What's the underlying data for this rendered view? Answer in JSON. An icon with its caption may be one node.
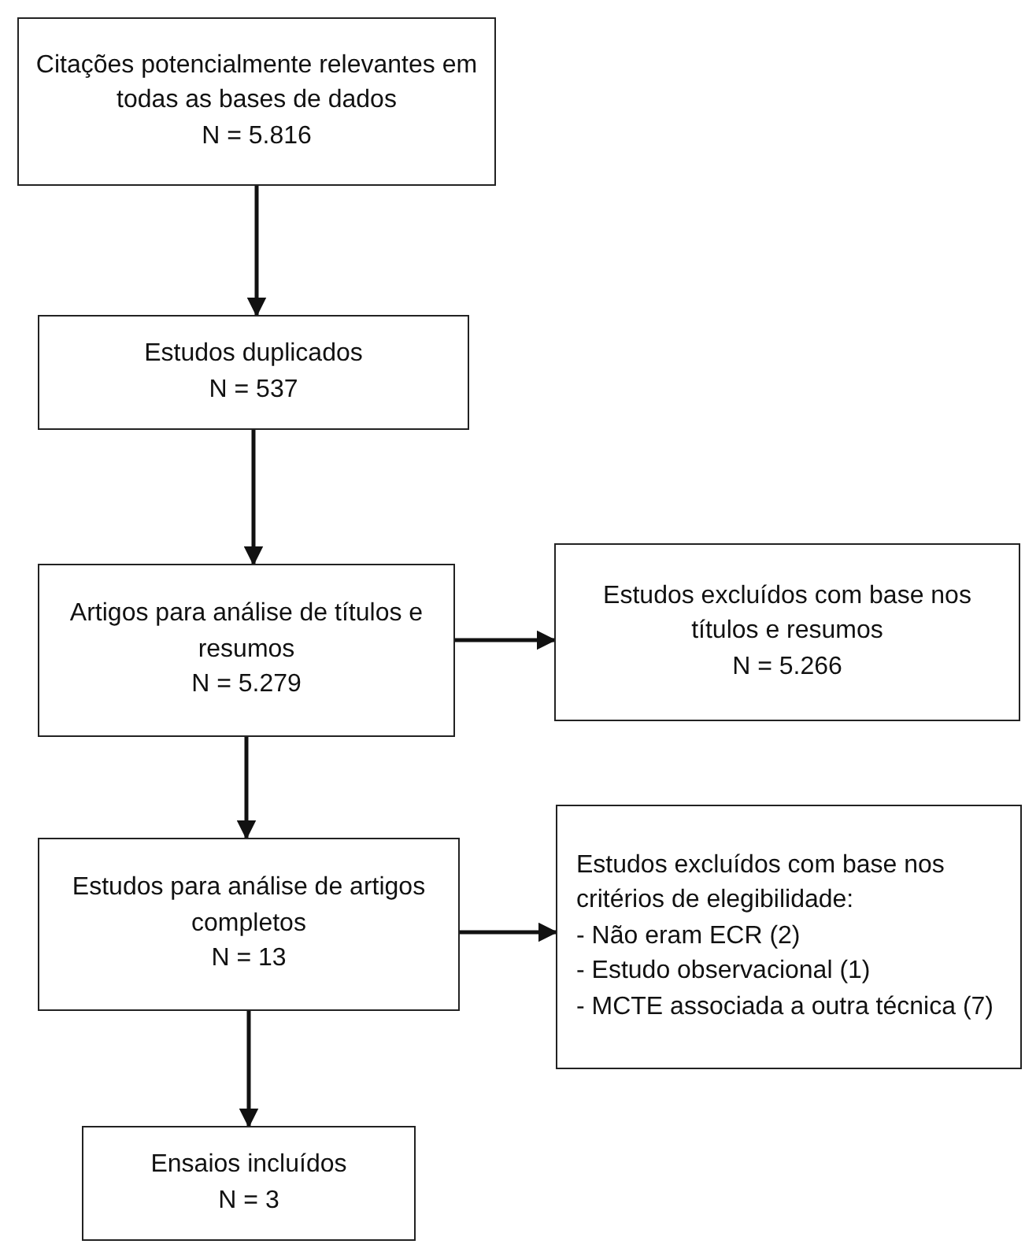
{
  "diagram": {
    "nodes": [
      {
        "text": [
          "Citações potencialmente relevantes em todas as bases de dados",
          "N = 5.816"
        ]
      },
      {
        "text": [
          "Estudos duplicados",
          "N = 537"
        ]
      },
      {
        "text": [
          "Artigos para análise de títulos e resumos",
          "N = 5.279"
        ]
      },
      {
        "text": [
          "Estudos excluídos com base nos títulos e resumos",
          "N = 5.266"
        ]
      },
      {
        "text": [
          "Estudos para análise de artigos completos",
          "N = 13"
        ]
      },
      {
        "text": [
          "Estudos excluídos com base nos critérios de elegibilidade:",
          "- Não eram ECR (2)",
          "- Estudo observacional (1)",
          "- MCTE associada a outra técnica (7)"
        ]
      },
      {
        "text": [
          "Ensaios incluídos",
          "N = 3"
        ]
      }
    ],
    "edges": [
      {
        "from": 0,
        "to": 1,
        "arrow": "to"
      },
      {
        "from": 1,
        "to": 2,
        "arrow": "to"
      },
      {
        "from": 2,
        "to": 3,
        "arrow": "to"
      },
      {
        "from": 2,
        "to": 4,
        "arrow": "to"
      },
      {
        "from": 4,
        "to": 5,
        "arrow": "to"
      },
      {
        "from": 4,
        "to": 6,
        "arrow": "to"
      }
    ]
  }
}
